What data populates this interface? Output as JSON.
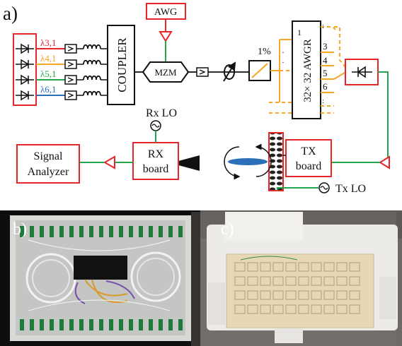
{
  "panel_labels": {
    "a": "a)",
    "b": "b)",
    "c": "c)"
  },
  "lasers": [
    {
      "label": "λ3,1",
      "color": "#e8262a"
    },
    {
      "label": "λ4,1",
      "color": "#f5a623"
    },
    {
      "label": "λ5,1",
      "color": "#22a84a"
    },
    {
      "label": "λ6,1",
      "color": "#2a6fb8"
    }
  ],
  "blocks": {
    "coupler": "COUPLER",
    "awg": "AWG",
    "mzm": "MZM",
    "splitter": "1%",
    "awgr": "32× 32 AWGR",
    "signal_analyzer_line1": "Signal",
    "signal_analyzer_line2": "Analyzer",
    "rx_board_line1": "RX",
    "rx_board_line2": "board",
    "tx_board_line1": "TX",
    "tx_board_line2": "board",
    "rx_lo": "Rx LO",
    "tx_lo": "Tx LO"
  },
  "awgr_ports": [
    "1",
    "3",
    "4",
    "5",
    "6"
  ],
  "colors": {
    "red": "#e8262a",
    "green": "#22a84a",
    "orange": "#f5a623",
    "blue": "#2a6fb8",
    "black": "#111111"
  }
}
